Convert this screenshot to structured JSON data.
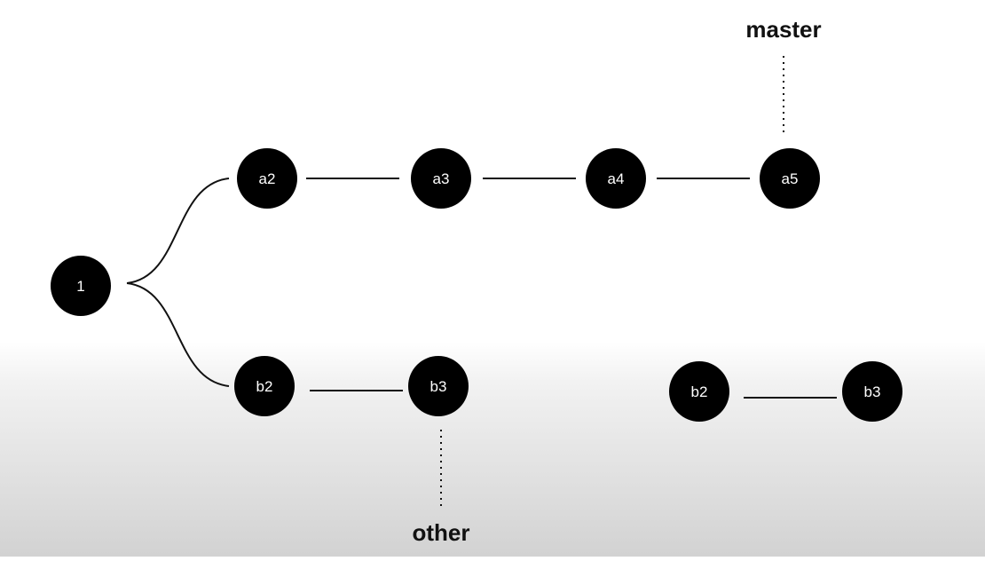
{
  "diagram": {
    "background": {
      "top_color": "#ffffff",
      "bottom_color": "#d2d2d2"
    },
    "node_color": "#000000",
    "node_text_color": "#ffffff",
    "edge_color": "#111111",
    "nodes": {
      "n1": "1",
      "a2": "a2",
      "a3": "a3",
      "a4": "a4",
      "a5": "a5",
      "b2": "b2",
      "b3": "b3",
      "b2_copy": "b2",
      "b3_copy": "b3"
    },
    "branches": {
      "master": "master",
      "other": "other"
    }
  }
}
